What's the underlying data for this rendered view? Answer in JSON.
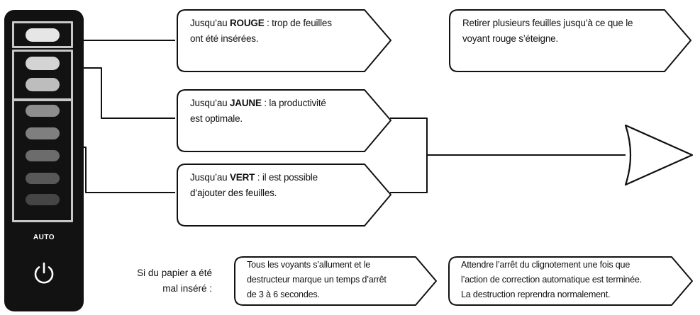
{
  "panel": {
    "auto_label": "AUTO",
    "icons": [
      "power-icon"
    ],
    "led_colors": {
      "red_zone": "#e6e6e6",
      "yellow_zone": [
        "#d4d4d4",
        "#bdbdbd"
      ],
      "green_zone": [
        "#8d8d8d",
        "#7f7f7f",
        "#6c6c6c",
        "#585858",
        "#454545"
      ]
    }
  },
  "callouts": {
    "red": {
      "prefix": "Jusqu’au ",
      "level": "ROUGE",
      "rest": " : trop de feuilles",
      "line2": "ont été insérées."
    },
    "yellow": {
      "prefix": "Jusqu’au ",
      "level": "JAUNE",
      "rest": " : la productivité",
      "line2": "est optimale."
    },
    "green": {
      "prefix": "Jusqu’au ",
      "level": "VERT",
      "rest": " : il est possible",
      "line2": "d’ajouter des feuilles."
    },
    "remove": {
      "line1": "Retirer plusieurs feuilles jusqu’à ce que le",
      "line2": "voyant rouge s’éteigne."
    },
    "misfeed": {
      "line1": "Tous les voyants s’allument et le",
      "line2": "destructeur marque un temps d’arrêt",
      "line3": "de 3 à 6 secondes."
    },
    "wait": {
      "line1": "Attendre l’arrêt du clignotement une fois que",
      "line2": "l’action de correction automatique est terminée.",
      "line3": "La destruction reprendra normalement."
    }
  },
  "side_note": {
    "line1": "Si du papier a été",
    "line2": "mal inséré :"
  }
}
